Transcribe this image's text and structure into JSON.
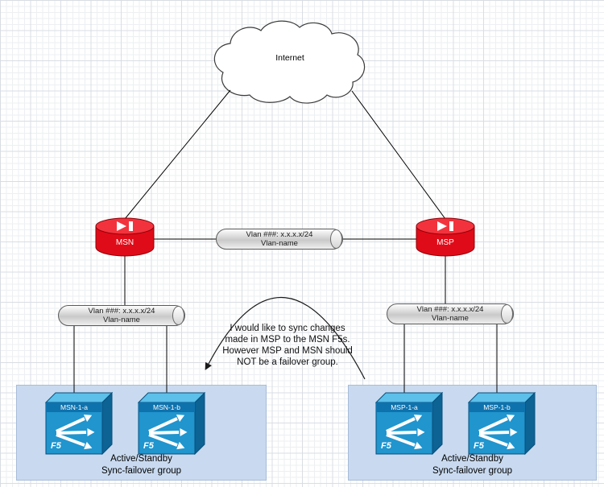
{
  "diagram": {
    "internet": {
      "label": "Internet"
    },
    "routers": {
      "msn": {
        "label": "MSN"
      },
      "msp": {
        "label": "MSP"
      }
    },
    "vlans": {
      "wan": {
        "line1": "Vlan ###: x.x.x.x/24",
        "line2": "Vlan-name"
      },
      "msn": {
        "line1": "Vlan ###: x.x.x.x/24",
        "line2": "Vlan-name"
      },
      "msp": {
        "line1": "Vlan ###: x.x.x.x/24",
        "line2": "Vlan-name"
      }
    },
    "groups": {
      "msn": {
        "devices": [
          {
            "name": "MSN-1-a"
          },
          {
            "name": "MSN-1-b"
          }
        ],
        "caption_line1": "Active/Standby",
        "caption_line2": "Sync-failover group"
      },
      "msp": {
        "devices": [
          {
            "name": "MSP-1-a"
          },
          {
            "name": "MSP-1-b"
          }
        ],
        "caption_line1": "Active/Standby",
        "caption_line2": "Sync-failover group"
      }
    },
    "f5_logo": "F5",
    "annotation": {
      "line1": "I would like to sync changes",
      "line2": "made in MSP to the MSN F5s.",
      "line3": "However MSP and MSN should",
      "line4": "NOT be a failover group."
    },
    "colors": {
      "router_red": "#e00b18",
      "f5_blue": "#2095ce",
      "group_box_blue": "#c9daf0"
    }
  }
}
